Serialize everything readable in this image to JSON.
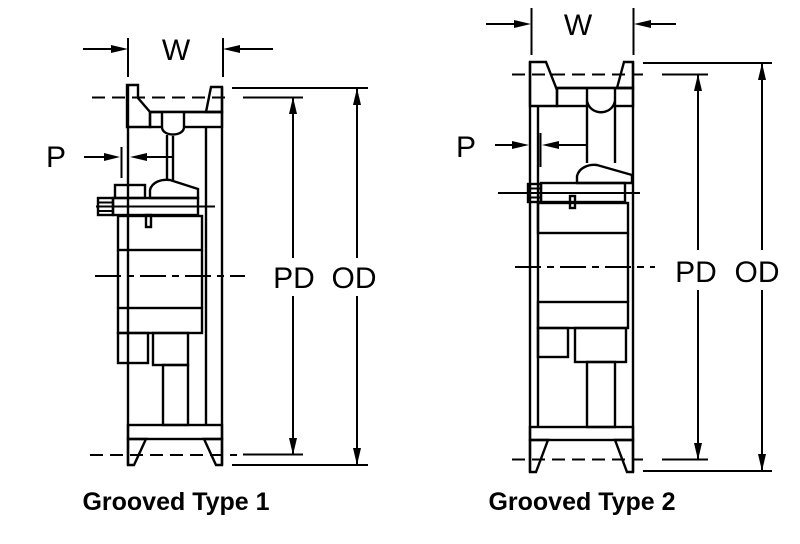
{
  "diagram": {
    "background_color": "#ffffff",
    "line_color": "#000000",
    "figures": [
      {
        "caption": "Grooved Type 1",
        "labels": {
          "width": "W",
          "groove_pitch": "P",
          "pitch_diameter": "PD",
          "outside_diameter": "OD"
        }
      },
      {
        "caption": "Grooved Type 2",
        "labels": {
          "width": "W",
          "groove_pitch": "P",
          "pitch_diameter": "PD",
          "outside_diameter": "OD"
        }
      }
    ]
  }
}
